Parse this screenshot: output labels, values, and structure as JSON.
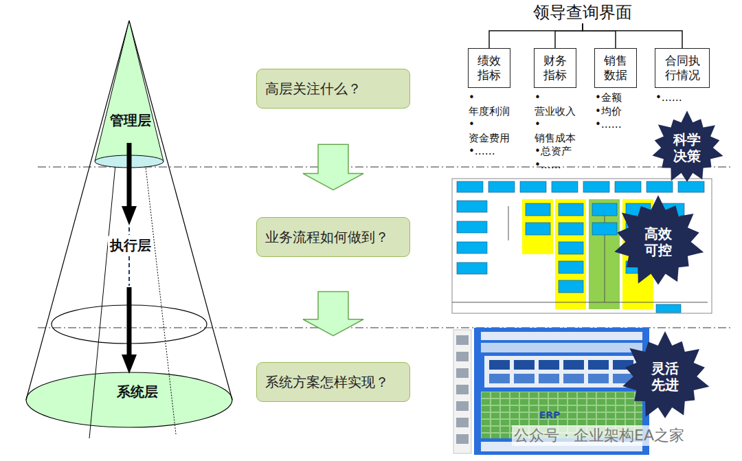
{
  "diagram": {
    "nodes": [
      {
        "text": [
          "高层关注什么？"
        ]
      },
      {
        "text": [
          "业务流程如何做到？"
        ]
      },
      {
        "text": [
          "系统方案怎样实现？"
        ]
      },
      {
        "text": [
          "领导查询界面"
        ]
      },
      {
        "text": [
          "绩效指标",
          "•年度利润 •资金费用 •……"
        ]
      },
      {
        "text": [
          "财务指标",
          "•营业收入 •销售成本 •总资产 •……"
        ]
      },
      {
        "text": [
          "销售数据",
          "•金额 •均价 •……"
        ]
      },
      {
        "text": [
          "合同执行情况",
          "•……"
        ]
      },
      {
        "text": [
          "科学决策"
        ]
      },
      {
        "text": [
          "高效可控"
        ]
      },
      {
        "text": [
          "灵活先进"
        ]
      }
    ],
    "edges": [
      {
        "from": 0,
        "to": 1,
        "arrow": "to"
      },
      {
        "from": 1,
        "to": 2,
        "arrow": "to"
      },
      {
        "from": 3,
        "to": 4,
        "arrow": "none"
      },
      {
        "from": 3,
        "to": 5,
        "arrow": "none"
      },
      {
        "from": 3,
        "to": 6,
        "arrow": "none"
      },
      {
        "from": 3,
        "to": 7,
        "arrow": "none"
      }
    ],
    "labels": [
      "管理层",
      "执行层",
      "系统层",
      "ERP",
      "公众号 · 企业架构EA之家"
    ]
  }
}
